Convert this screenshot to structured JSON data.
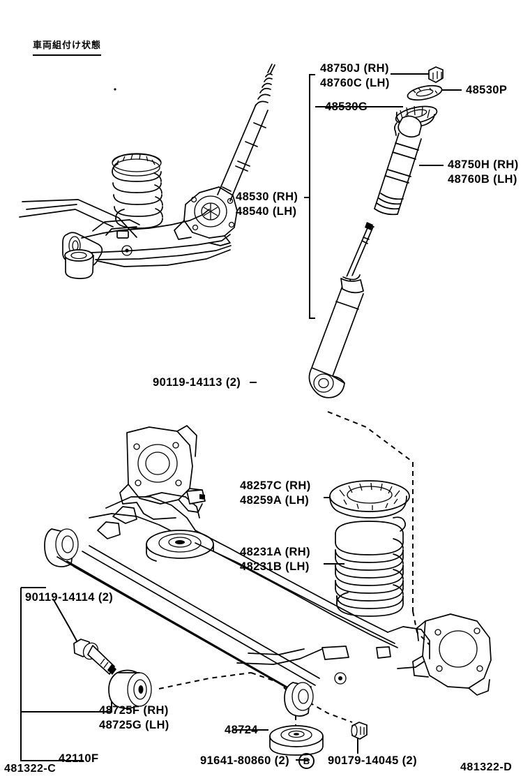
{
  "diagram": {
    "title_note": "車両組付け状態",
    "page_code_left": "481322-C",
    "page_code_right": "481322-D",
    "accent_color": "#000000",
    "background_color": "#ffffff"
  },
  "callouts": {
    "strut_assembly_rh": "48530 (RH)",
    "strut_assembly_lh": "48540 (LH)",
    "shock_upper_rh": "48750J (RH)",
    "shock_upper_lh": "48760C (LH)",
    "bumper_stop": "48530G",
    "cushion_retainer": "48530P",
    "shock_absorber_rh": "48750H (RH)",
    "shock_absorber_lh": "48760B (LH)",
    "bolt_upper": "90119-14113 (2)",
    "spring_seat_rh": "48257C (RH)",
    "spring_seat_lh": "48259A (LH)",
    "coil_spring_rh": "48231A (RH)",
    "coil_spring_lh": "48231B (LH)",
    "bolt_lower": "90119-14114 (2)",
    "bushing_rh": "48725F (RH)",
    "bushing_lh": "48725G (LH)",
    "axle_beam": "42110F",
    "stopper": "48724",
    "nut_b": "91641-80860 (2)",
    "nut_b_mark": "B",
    "nut_lower": "90179-14045 (2)"
  }
}
